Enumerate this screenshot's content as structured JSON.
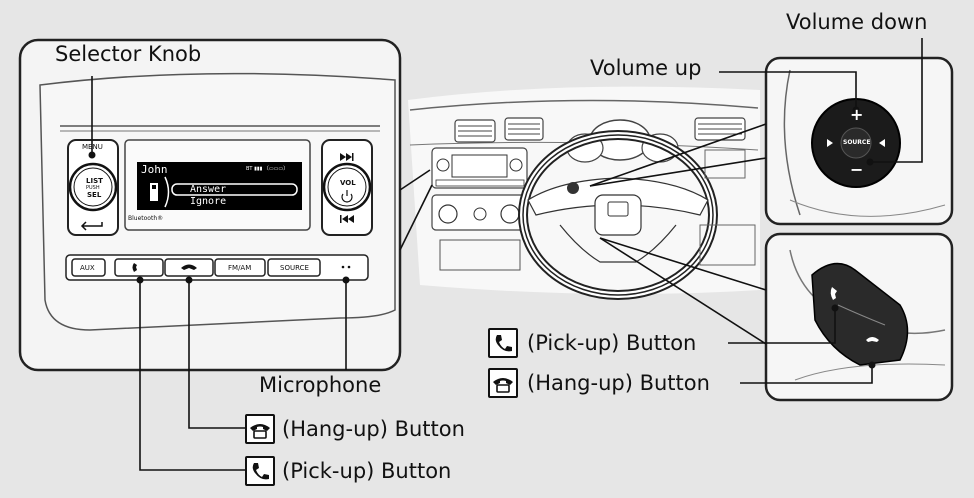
{
  "labels": {
    "selector_knob": "Selector Knob",
    "volume_down": "Volume down",
    "volume_up": "Volume up",
    "microphone": "Microphone",
    "pickup_button": "(Pick-up) Button",
    "hangup_button": "(Hang-up) Button"
  },
  "radio": {
    "display_name": "John",
    "display_status": "BT  ▮▮▮ 〔▭▭▭〕",
    "answer": "Answer",
    "ignore": "Ignore",
    "bluetooth": "Bluetooth®",
    "menu": "MENU",
    "list": "LIST",
    "push": "PUSH",
    "sel": "SEL",
    "vol": "VOL",
    "aux": "AUX",
    "fmam": "FM/AM",
    "source": "SOURCE"
  },
  "wheel": {
    "source": "SOURCE",
    "plus": "+",
    "minus": "−"
  },
  "icons": [
    "pickup-icon",
    "hangup-icon",
    "microphone-icon",
    "back-icon",
    "skip-forward-icon",
    "skip-back-icon",
    "power-icon"
  ],
  "colors": {
    "background": "#e6e6e6",
    "panel": "#f2f2f2",
    "screen": "#000000",
    "line": "#111111"
  }
}
